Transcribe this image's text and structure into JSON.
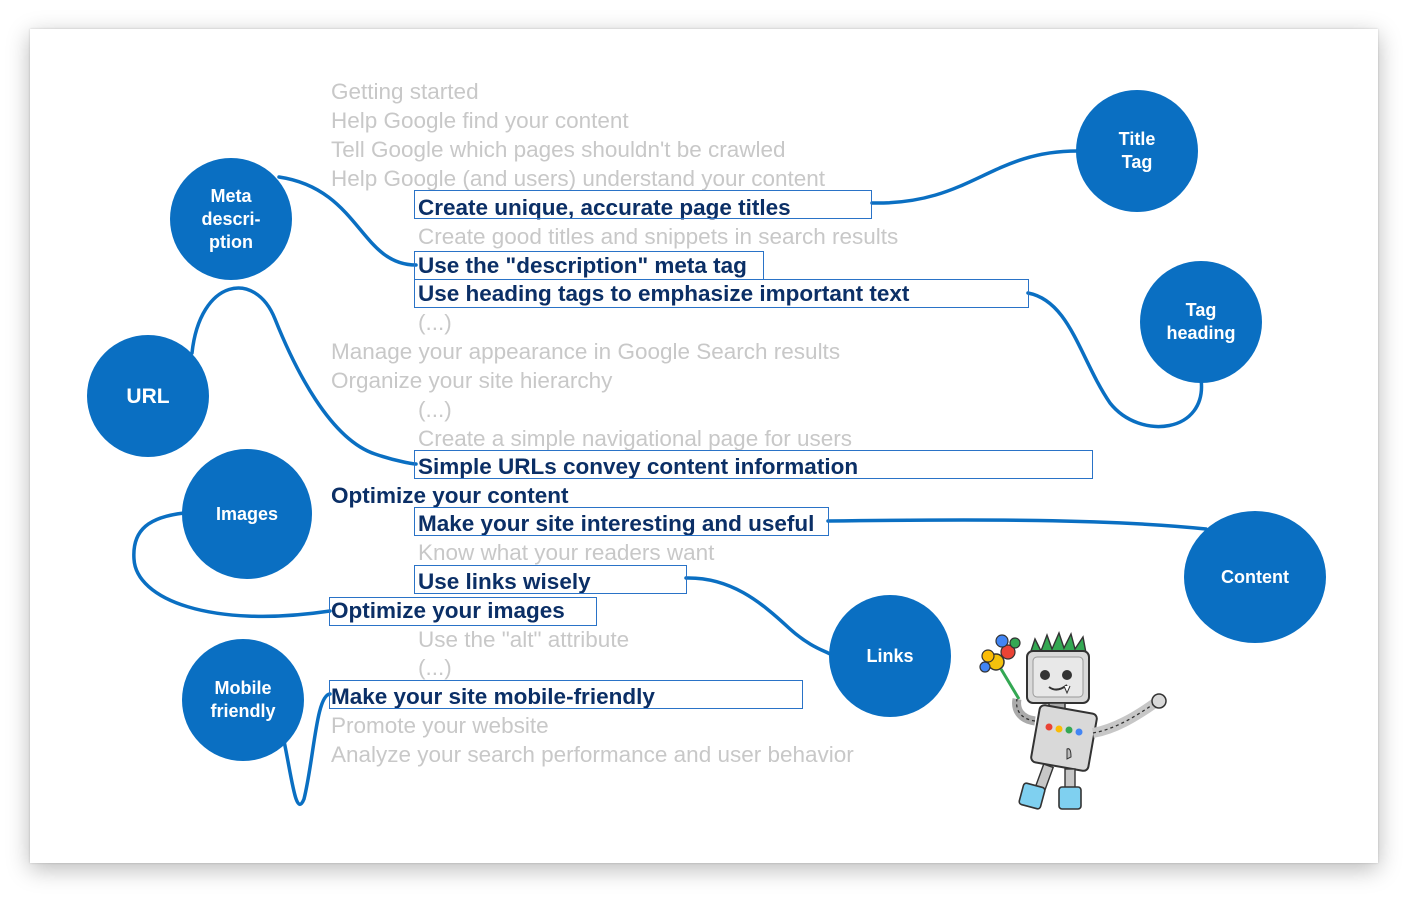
{
  "outline": [
    {
      "text": "Getting started",
      "level": 0,
      "highlight": false
    },
    {
      "text": "Help Google find your content",
      "level": 0,
      "highlight": false
    },
    {
      "text": "Tell Google which pages shouldn't be crawled",
      "level": 0,
      "highlight": false
    },
    {
      "text": "Help Google (and users) understand your content",
      "level": 0,
      "highlight": false
    },
    {
      "text": "Create unique, accurate page titles",
      "level": 1,
      "highlight": true
    },
    {
      "text": "Create good titles and snippets in search results",
      "level": 1,
      "highlight": false
    },
    {
      "text": "Use the \"description\" meta tag",
      "level": 1,
      "highlight": true
    },
    {
      "text": "Use heading tags to emphasize important text",
      "level": 1,
      "highlight": true
    },
    {
      "text": "(...)",
      "level": 1,
      "highlight": false
    },
    {
      "text": "Manage your appearance in Google Search results",
      "level": 0,
      "highlight": false
    },
    {
      "text": "Organize your site hierarchy",
      "level": 0,
      "highlight": false
    },
    {
      "text": "(...)",
      "level": 1,
      "highlight": false
    },
    {
      "text": "Create a simple navigational page for users",
      "level": 1,
      "highlight": false
    },
    {
      "text": "Simple URLs convey content information",
      "level": 1,
      "highlight": true
    },
    {
      "text": "Optimize your content",
      "level": 0,
      "highlight": true,
      "boxed": false
    },
    {
      "text": "Make your site interesting and useful",
      "level": 1,
      "highlight": true
    },
    {
      "text": "Know what your readers want",
      "level": 1,
      "highlight": false
    },
    {
      "text": "Use links wisely",
      "level": 1,
      "highlight": true
    },
    {
      "text": "Optimize your images",
      "level": 0,
      "highlight": true
    },
    {
      "text": "Use the \"alt\" attribute",
      "level": 1,
      "highlight": false
    },
    {
      "text": "(...)",
      "level": 1,
      "highlight": false
    },
    {
      "text": "Make your site mobile-friendly",
      "level": 0,
      "highlight": true
    },
    {
      "text": "Promote your website",
      "level": 0,
      "highlight": false
    },
    {
      "text": "Analyze your search performance and user behavior",
      "level": 0,
      "highlight": false
    }
  ],
  "bubbles": {
    "meta": "Meta\ndescri-\nption",
    "title_tag": "Title\nTag",
    "tag_heading": "Tag\nheading",
    "url": "URL",
    "images": "Images",
    "content": "Content",
    "links": "Links",
    "mobile": "Mobile\nfriendly"
  },
  "colors": {
    "bubble": "#0a6fc2",
    "connector": "#0a6fc2",
    "highlight_text": "#0b2f66",
    "dim_text": "#c8c8c8",
    "highlight_box": "#2a73c7"
  }
}
